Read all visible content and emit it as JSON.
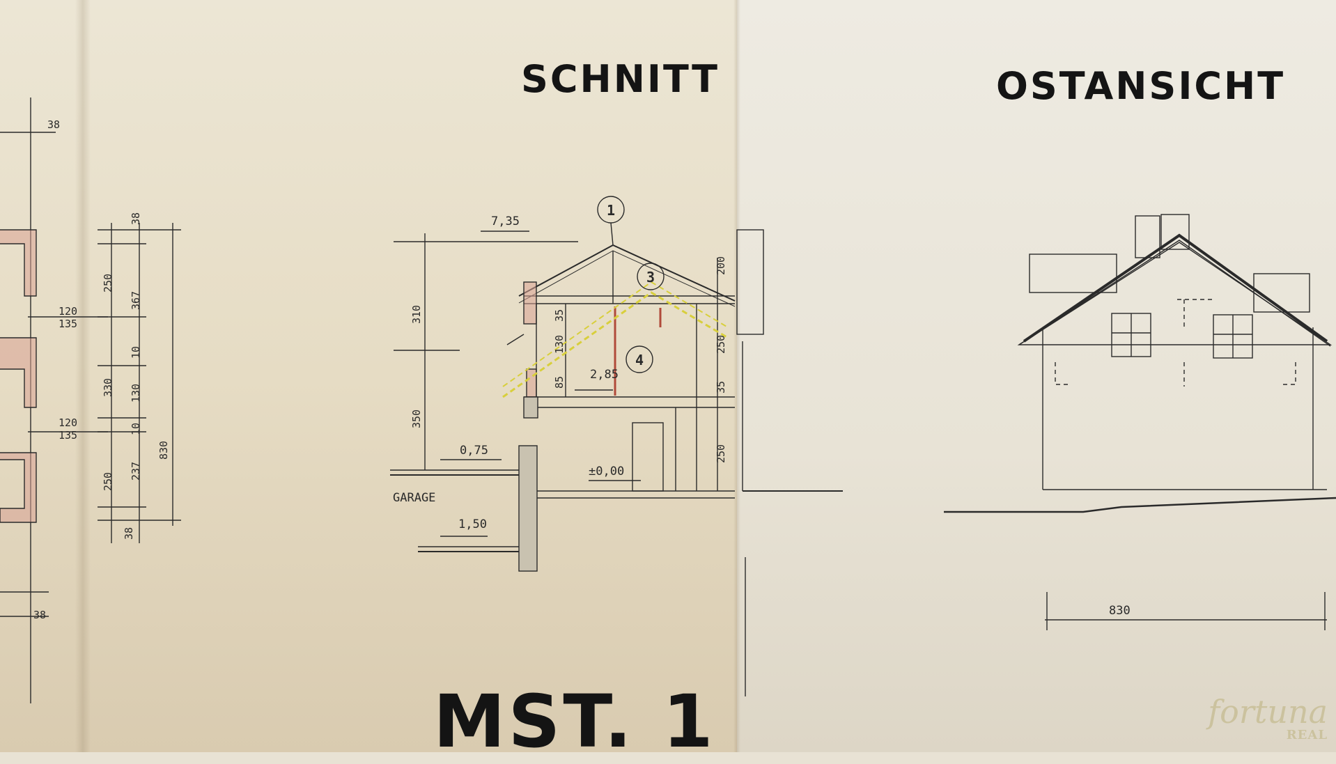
{
  "titles": {
    "section": "SCHNITT",
    "elevation": "OSTANSICHT",
    "sheet": "MST. 1"
  },
  "markers": [
    "1",
    "3",
    "4"
  ],
  "levels": [
    "7,35",
    "2,85",
    "0,75",
    "±0,00",
    "1,50"
  ],
  "room_labels": {
    "garage": "GARAGE"
  },
  "section_dims": [
    "310",
    "350",
    "130",
    "85",
    "35",
    "200",
    "250",
    "35",
    "250"
  ],
  "plan_dims": [
    "38",
    "38",
    "250",
    "367",
    "120",
    "135",
    "10",
    "330",
    "130",
    "120",
    "135",
    "10",
    "250",
    "237",
    "830",
    "38",
    "38"
  ],
  "elevation_dims": {
    "width": "830"
  },
  "logo": {
    "line1": "fortuna",
    "line2": "REAL"
  },
  "colors": {
    "ink": "#2a2a2a",
    "red_hatch": "#d9a294",
    "yellow_hatch": "#d8cf3c"
  }
}
